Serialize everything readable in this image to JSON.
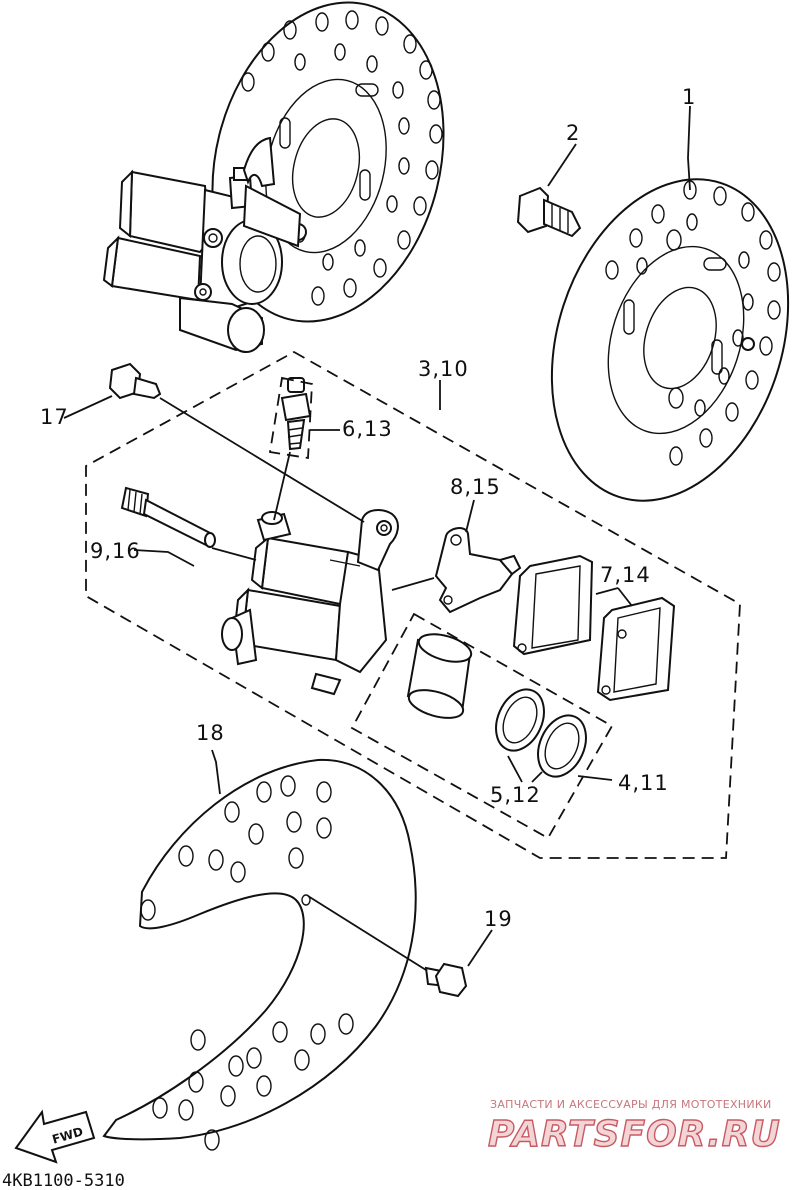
{
  "labels": {
    "l1": "1",
    "l2": "2",
    "l3_10": "3,10",
    "l4_11": "4,11",
    "l5_12": "5,12",
    "l6_13": "6,13",
    "l7_14": "7,14",
    "l8_15": "8,15",
    "l9_16": "9,16",
    "l17": "17",
    "l18": "18",
    "l19": "19"
  },
  "diagram_code": "4KB1100-5310",
  "fwd_arrow": "FWD",
  "watermark": {
    "tagline": "ЗАПЧАСТИ И АКСЕССУАРЫ ДЛЯ МОТОТЕХНИКИ",
    "brand": "PARTSFOR.RU"
  }
}
